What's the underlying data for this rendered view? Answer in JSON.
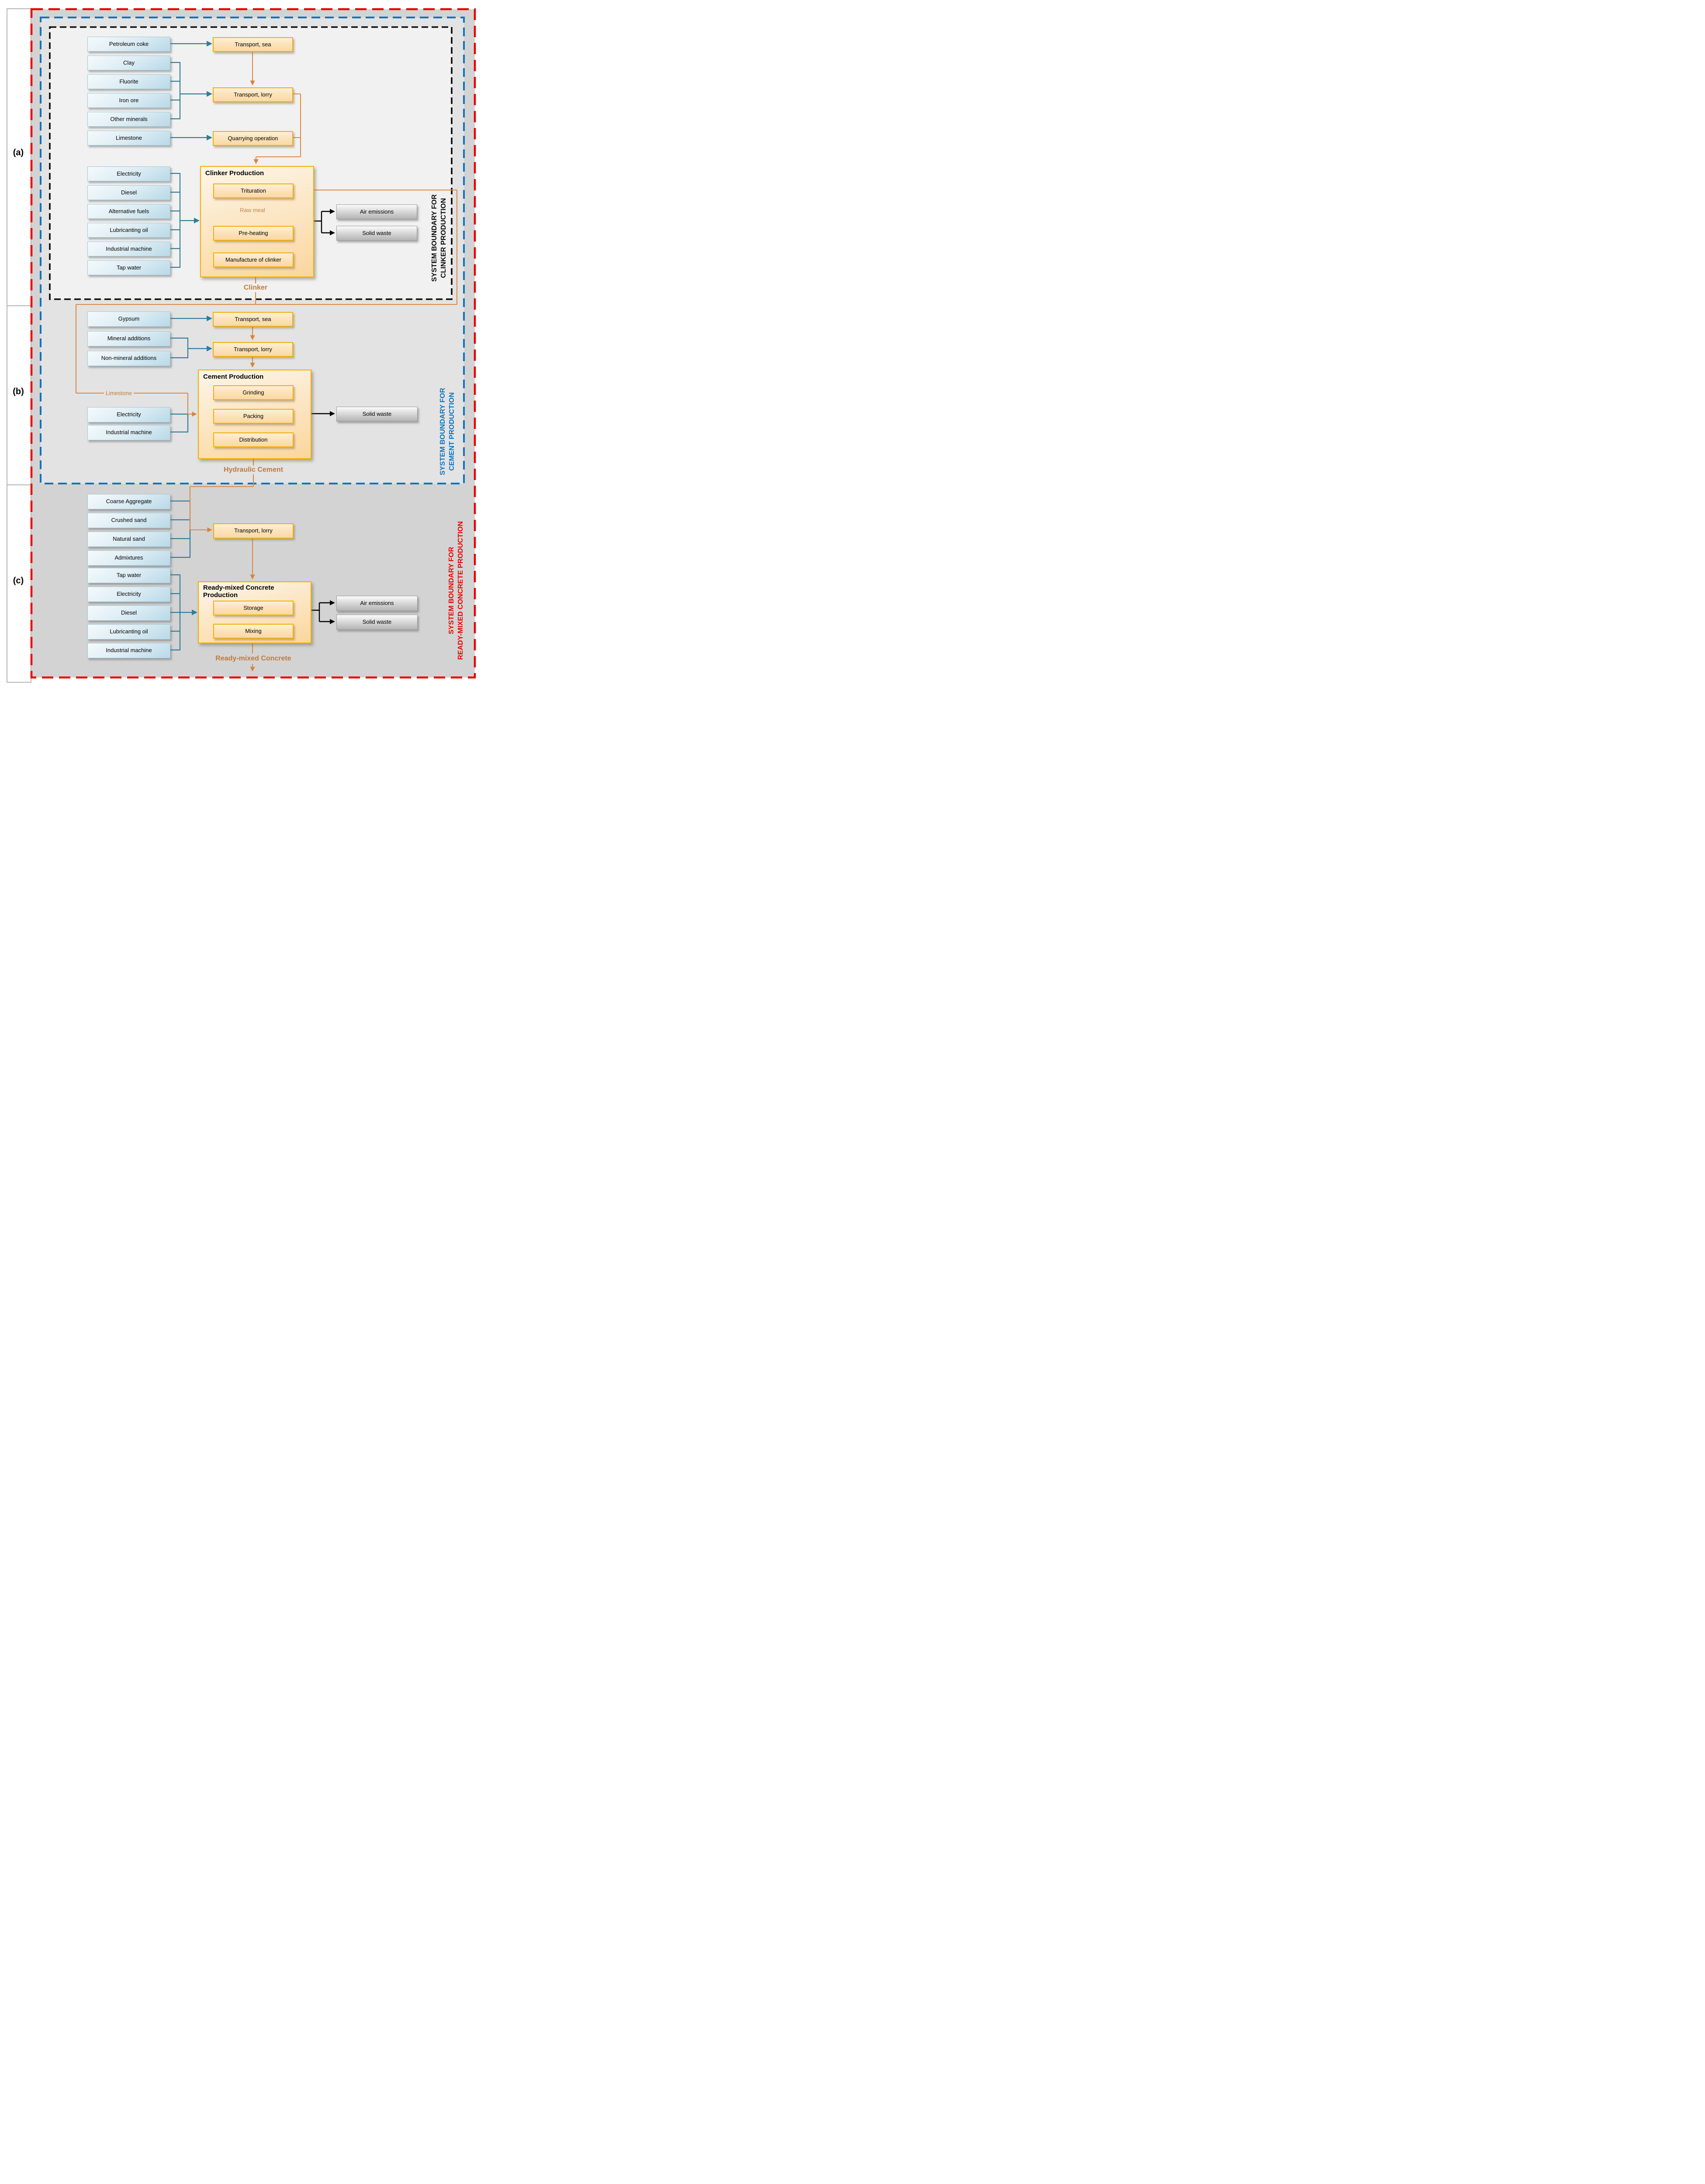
{
  "panels": {
    "a": "(a)",
    "b": "(b)",
    "c": "(c)"
  },
  "colors": {
    "clinker_boundary": "#0d0d0d",
    "cement_boundary": "#0e74c0",
    "concrete_boundary": "#ec0000",
    "material_flow_line": "#d98a47",
    "input_flow_line": "#2e7e97",
    "output_flow_line": "#000000",
    "process_box_border": "#f3ae04",
    "flow_label_text": "#bf7a3d"
  },
  "clinker": {
    "boundary_text": "SYSTEM BOUNDARY FOR\nCLINKER PRODUCTION",
    "raw_inputs": [
      "Petroleum coke",
      "Clay",
      "Fluorite",
      "Iron ore",
      "Other minerals",
      "Limestone"
    ],
    "utility_inputs": [
      "Electricity",
      "Diesel",
      "Alternative fuels",
      "Lubricanting oil",
      "Industrial machine",
      "Tap water"
    ],
    "transport_sea": "Transport, sea",
    "transport_lorry": "Transport, lorry",
    "quarrying": "Quarrying operation",
    "production_title": "Clinker Production",
    "step_trituration": "Trituration",
    "raw_meal": "Raw meal",
    "step_preheating": "Pre-heating",
    "step_manufacture": "Manufacture of clinker",
    "output_air": "Air emissions",
    "output_solid": "Solid waste",
    "product": "Clinker"
  },
  "cement": {
    "boundary_text": "SYSTEM BOUNDARY FOR\nCEMENT PRODUCTION",
    "raw_inputs": [
      "Gypsum",
      "Mineral additions",
      "Non-mineral additions"
    ],
    "utility_inputs": [
      "Electricity",
      "Industrial machine"
    ],
    "limestone_flow": "Limestone",
    "transport_sea": "Transport, sea",
    "transport_lorry": "Transport, lorry",
    "production_title": "Cement Production",
    "step_grinding": "Grinding",
    "step_packing": "Packing",
    "step_distribution": "Distribution",
    "output_solid": "Solid waste",
    "product": "Hydraulic Cement"
  },
  "concrete": {
    "boundary_text": "SYSTEM BOUNDARY FOR\nREADY-MIXED CONCRETE PRODUCTION",
    "raw_inputs": [
      "Coarse Aggregate",
      "Crushed sand",
      "Natural sand",
      "Admixtures"
    ],
    "utility_inputs": [
      "Tap water",
      "Electricity",
      "Diesel",
      "Lubricanting oil",
      "Industrial machine"
    ],
    "transport_lorry": "Transport, lorry",
    "production_title": "Ready-mixed Concrete Production",
    "step_storage": "Storage",
    "step_mixing": "Mixing",
    "output_air": "Air emissions",
    "output_solid": "Solid waste",
    "product": "Ready-mixed Concrete"
  }
}
